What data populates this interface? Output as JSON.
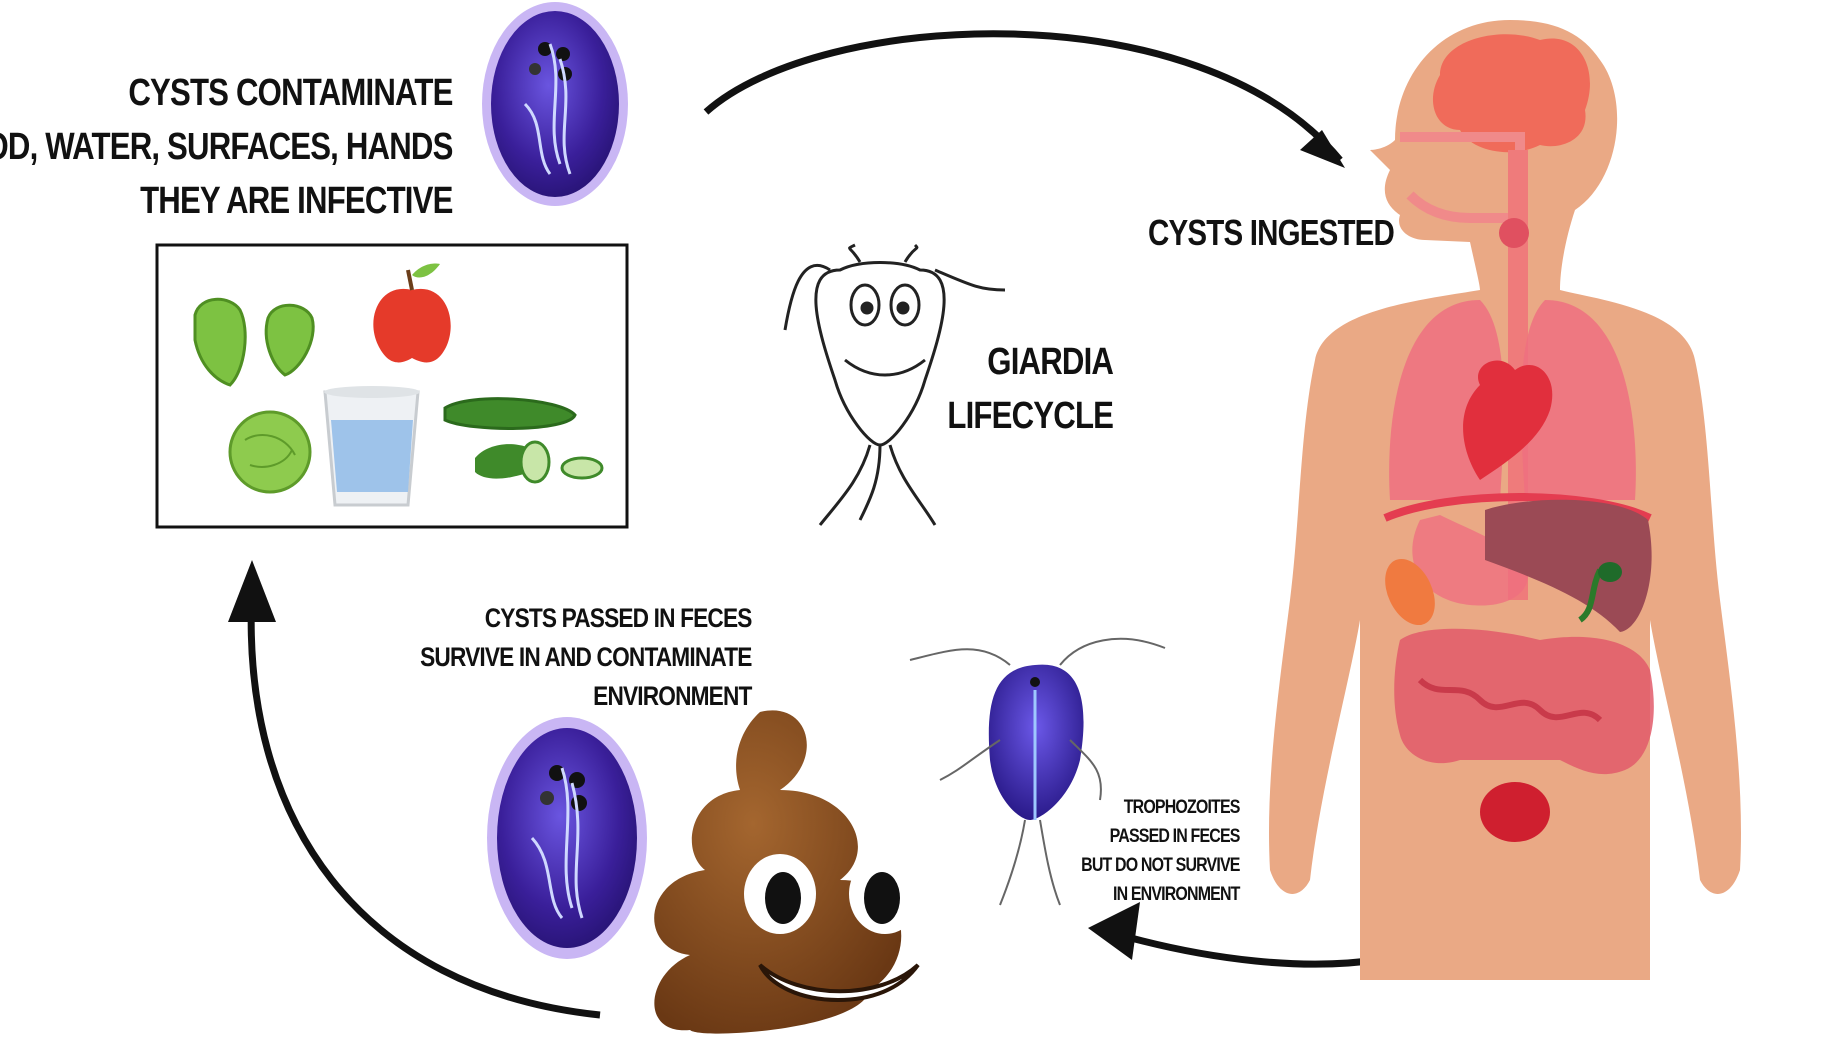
{
  "labels": {
    "contaminate": [
      "CYSTS CONTAMINATE",
      "FOOD, WATER, SURFACES, HANDS",
      "THEY ARE INFECTIVE"
    ],
    "ingested": "CYSTS INGESTED",
    "giardia": [
      "GIARDIA",
      "LIFECYCLE"
    ],
    "cysts_feces": [
      "CYSTS PASSED IN FECES",
      "SURVIVE IN AND CONTAMINATE",
      "ENVIRONMENT"
    ],
    "trophozoites": [
      "TROPHOZOITES",
      "PASSED IN FECES",
      "BUT DO NOT SURVIVE",
      "IN ENVIRONMENT"
    ]
  },
  "colors": {
    "skin": "#eaa985",
    "organ_red": "#e45a5a",
    "cyst_purple": "#4a2fb0",
    "cyst_halo": "#b9a2ee",
    "poop_brown": "#8a4d22",
    "arrow": "#111111"
  },
  "icons": {
    "cyst": "cyst-icon",
    "food": "food-box",
    "giardia": "giardia-icon",
    "human": "human-body",
    "poop": "poop-icon",
    "trophozoite": "trophozoite-icon"
  }
}
